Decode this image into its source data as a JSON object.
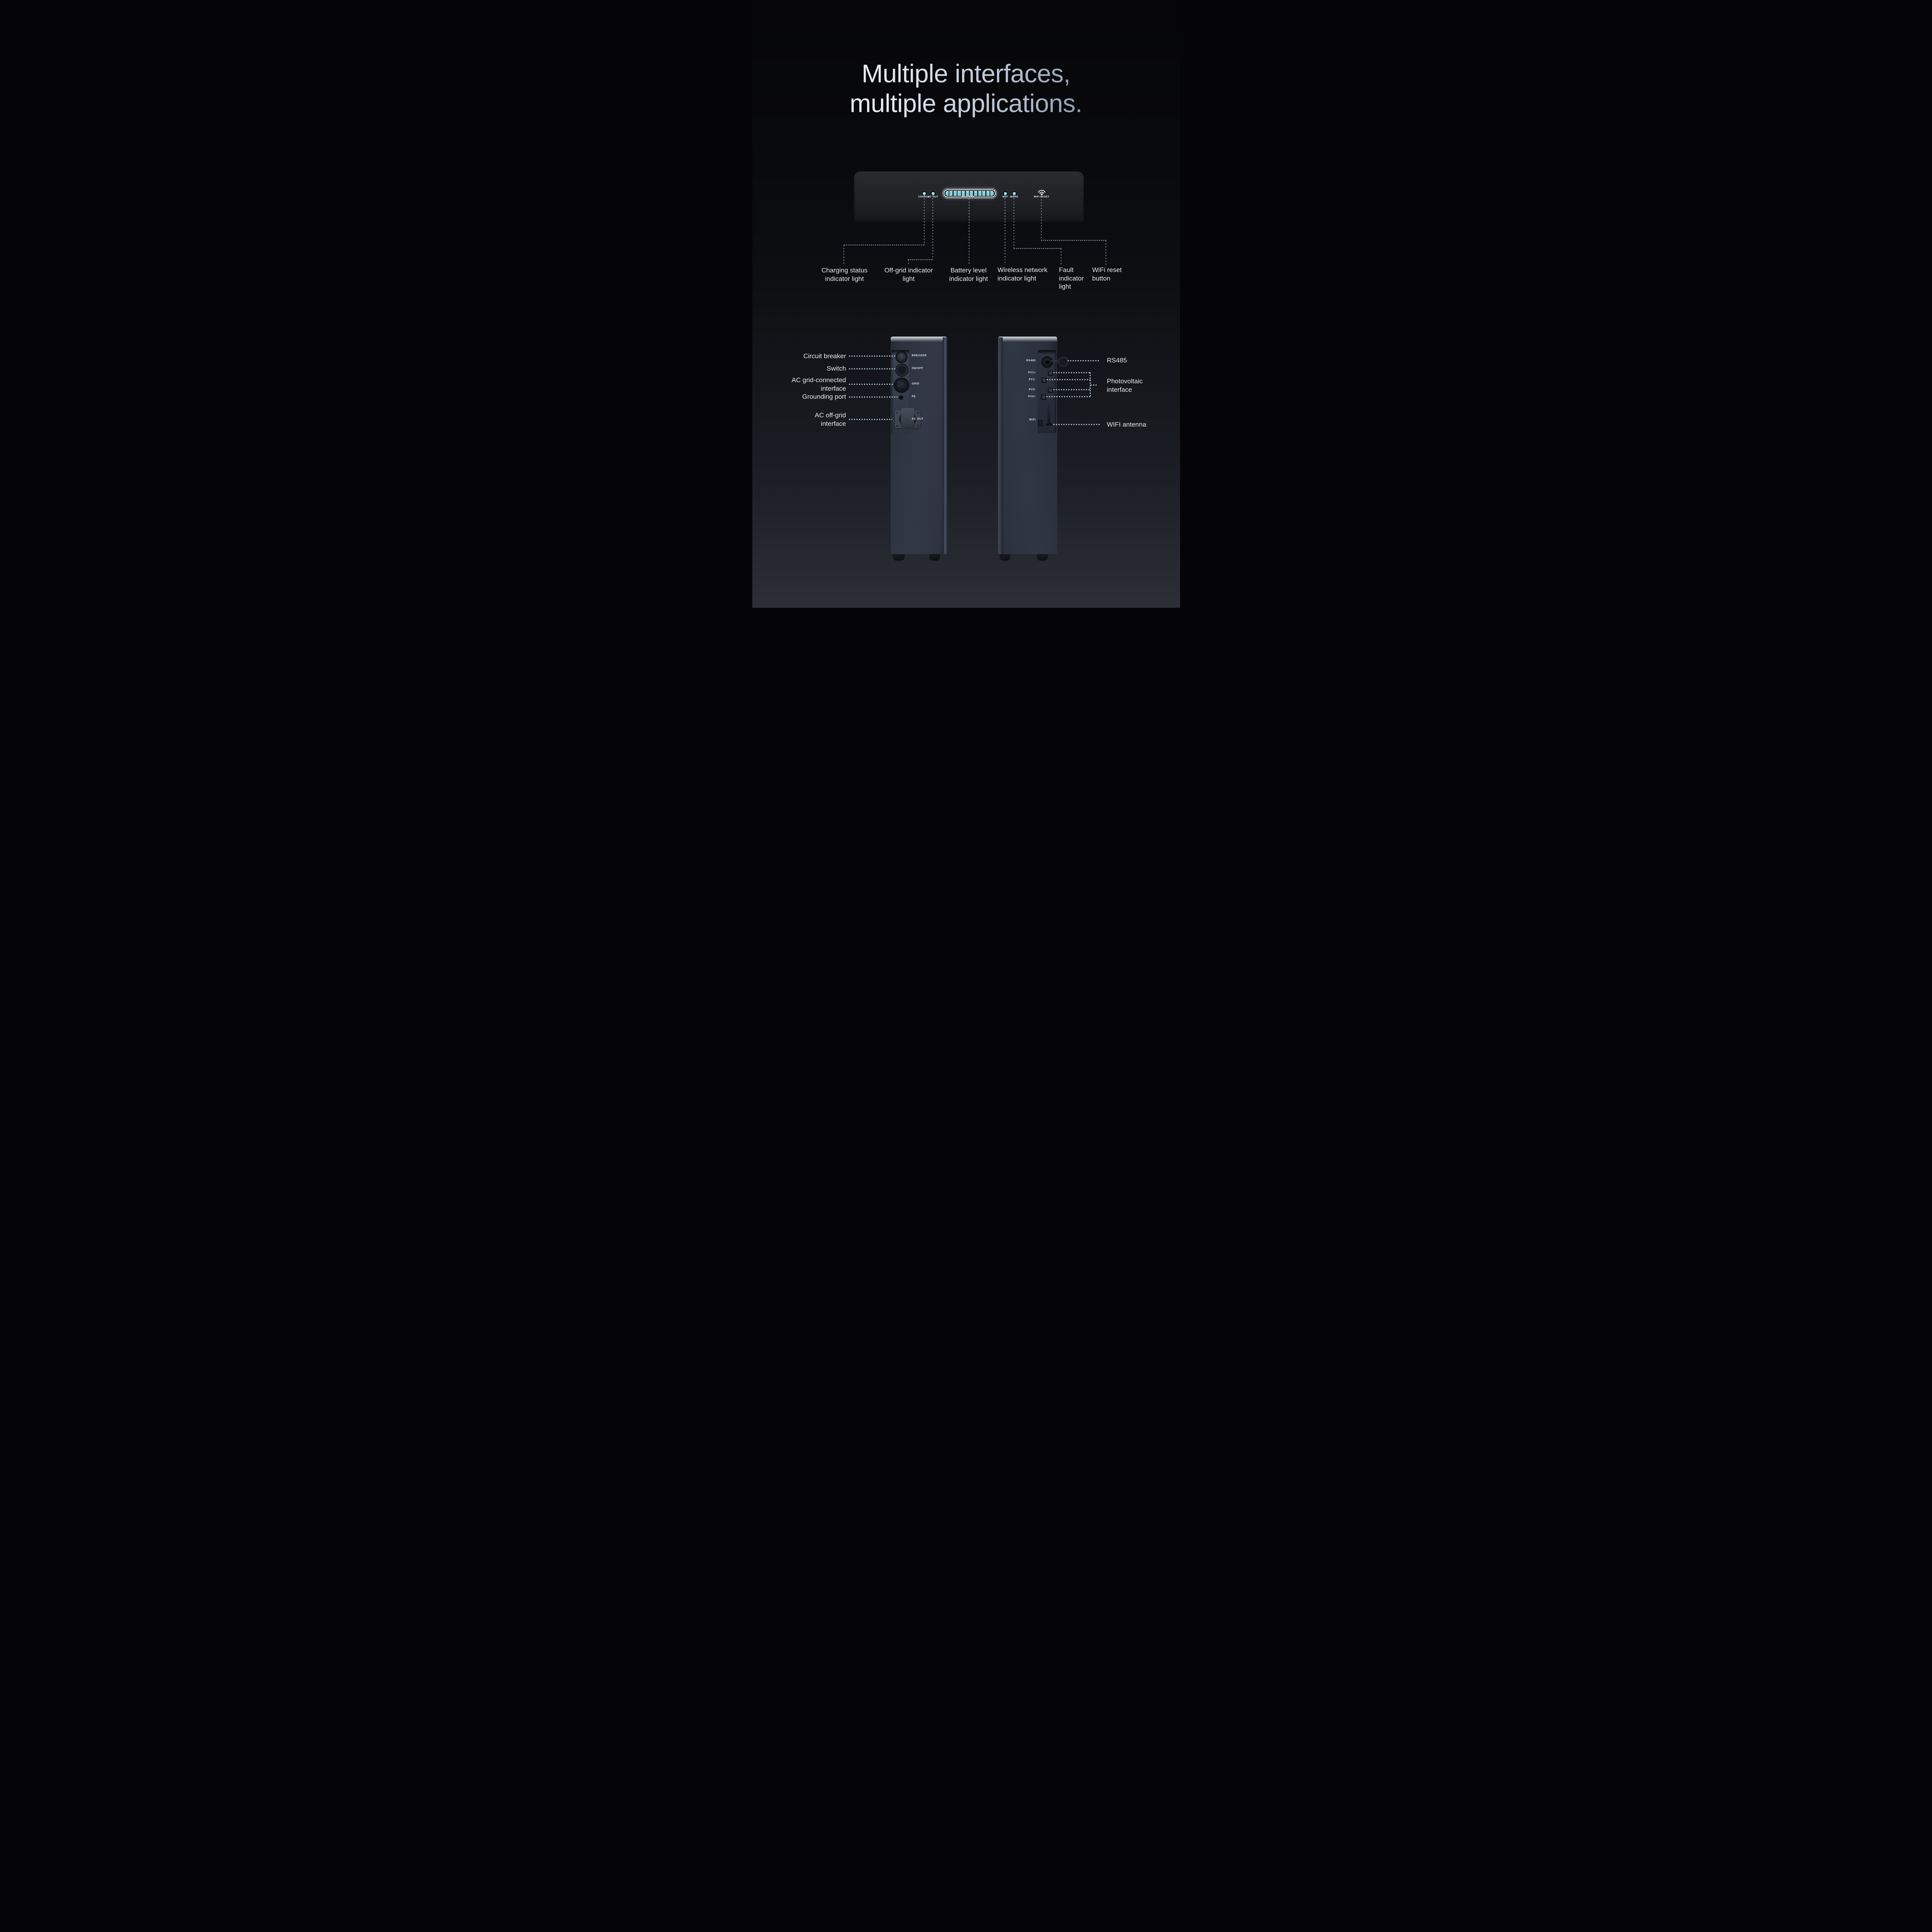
{
  "title": {
    "line1": "Multiple interfaces,",
    "line2": "multiple applications."
  },
  "colors": {
    "indicator_cyan": "#7fd0dc",
    "dash_blue": "#8fb0cf",
    "title_gradient_start": "#f1f5fa",
    "title_gradient_end": "#5d6a84"
  },
  "top_panel": {
    "indicators": [
      {
        "id": "charge",
        "label": "CHARGE"
      },
      {
        "id": "ac_out",
        "label": "AC OUT"
      },
      {
        "id": "wifi",
        "label": "WIFI"
      },
      {
        "id": "warn",
        "label": "WARN"
      }
    ],
    "battery": {
      "label": "BATTERY",
      "segments": 12,
      "segments_lit": 12
    },
    "wifi_reset": {
      "label": "WIFI RESET"
    }
  },
  "callouts_top": [
    {
      "text": "Charging status\nindicator light"
    },
    {
      "text": "Off-grid indicator\nlight"
    },
    {
      "text": "Battery level\nindicator light"
    },
    {
      "text": "Wireless network\nindicator light"
    },
    {
      "text": "Fault\nindicator\nlight"
    },
    {
      "text": "WiFi reset\nbutton"
    }
  ],
  "left_device": {
    "ports": [
      {
        "label": "BREAKER"
      },
      {
        "label": "ON/OFF"
      },
      {
        "label": "GRID"
      },
      {
        "label": "PE"
      },
      {
        "label": "AC OUT"
      }
    ],
    "callouts": [
      {
        "text": "Circuit breaker"
      },
      {
        "text": "Switch"
      },
      {
        "text": "AC grid-connected\ninterface"
      },
      {
        "text": "Grounding port"
      },
      {
        "text": "AC off-grid\ninterface"
      }
    ]
  },
  "right_device": {
    "ports": [
      {
        "label": "RS485"
      },
      {
        "label": "PV1+"
      },
      {
        "label": "PV1-"
      },
      {
        "label": "PV2-"
      },
      {
        "label": "PV2+"
      },
      {
        "label": "WIFI"
      }
    ],
    "callouts": [
      {
        "text": "RS485"
      },
      {
        "text": "Photovoltaic\ninterface"
      },
      {
        "text": "WIFI antenna"
      }
    ]
  }
}
